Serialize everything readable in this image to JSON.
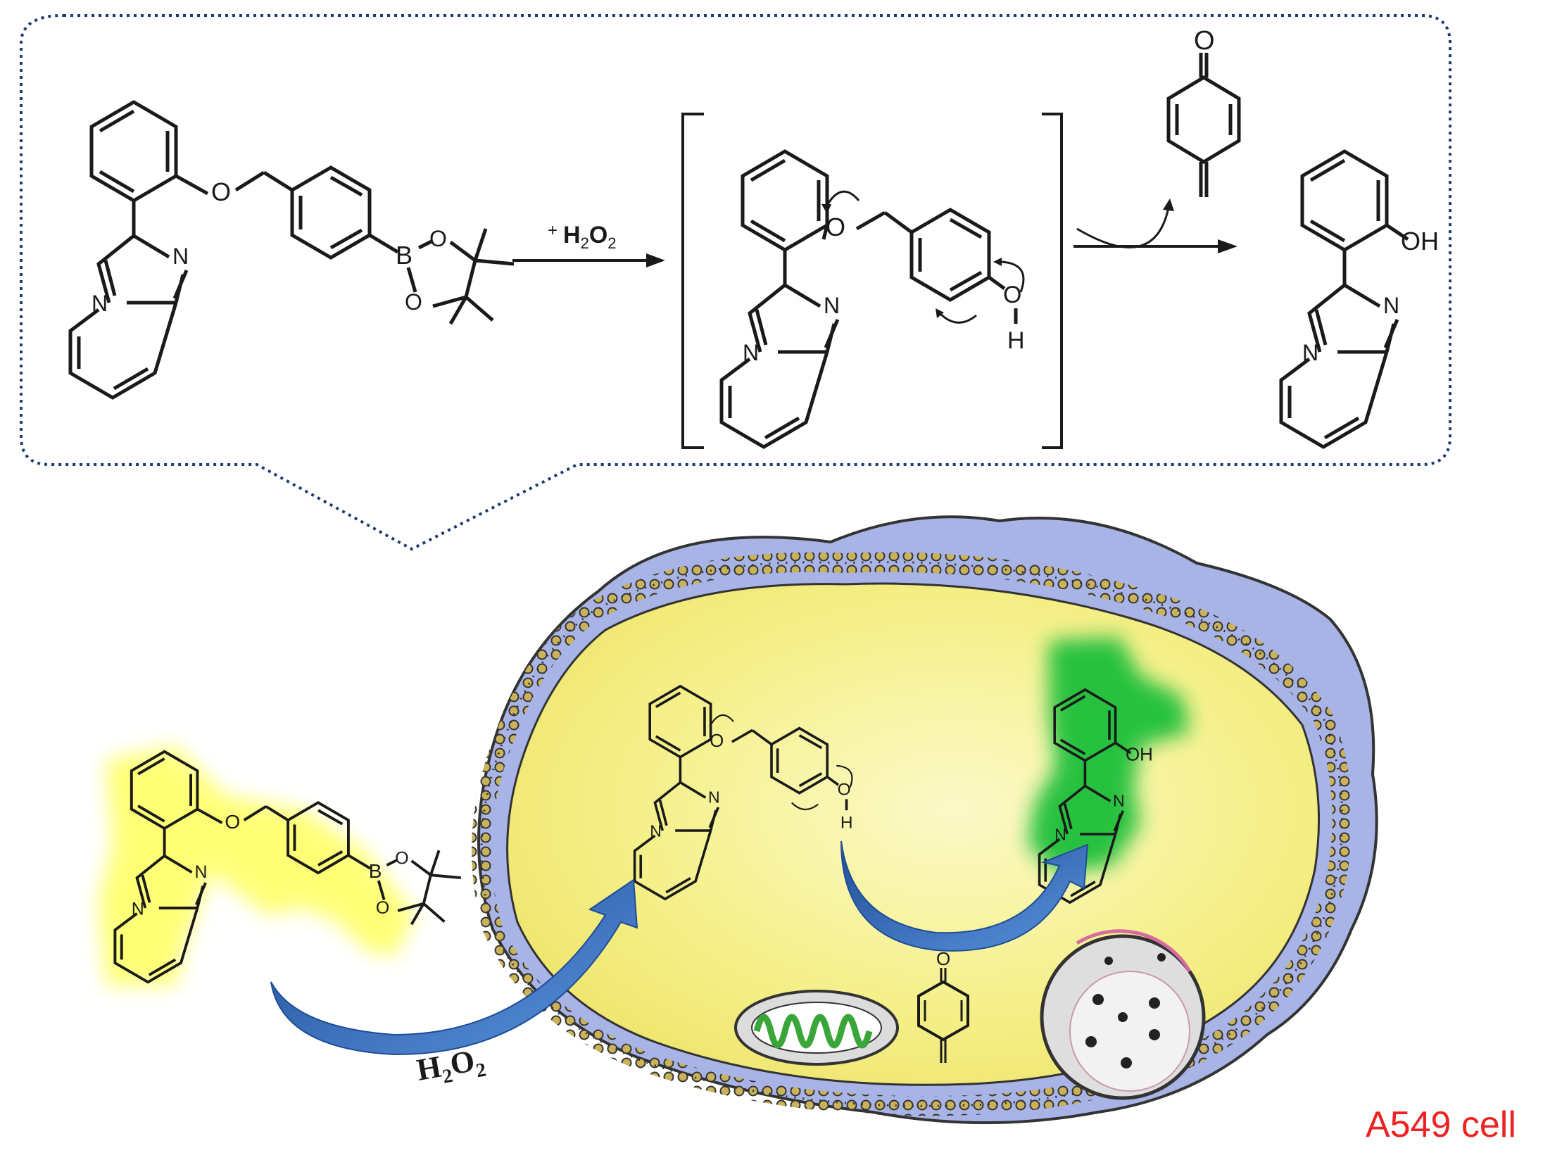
{
  "scheme": {
    "reagent": "+ H₂O₂",
    "reagent_prefix": "+",
    "reagent_main": "H",
    "reagent_sub1": "2",
    "reagent_o": "O",
    "reagent_sub2": "2"
  },
  "atoms": {
    "o": "O",
    "n": "N",
    "b": "B",
    "h": "H",
    "oh": "OH"
  },
  "cell": {
    "h2o2_main": "H",
    "h2o2_sub1": "2",
    "h2o2_o": "O",
    "h2o2_sub2": "2",
    "label": "A549 cell"
  },
  "colors": {
    "callout_border": "#1f3a6e",
    "bond": "#1a1a1a",
    "membrane": "#333333",
    "membrane_head": "#c9b25a",
    "cytoplasm": "#f5f08a",
    "outer_envelope": "#a8b3e6",
    "arrow_blue": "#2f68b7",
    "glow_yellow": "#ffff5a",
    "glow_green": "#1fbf3a",
    "label_red": "#ee2222"
  }
}
